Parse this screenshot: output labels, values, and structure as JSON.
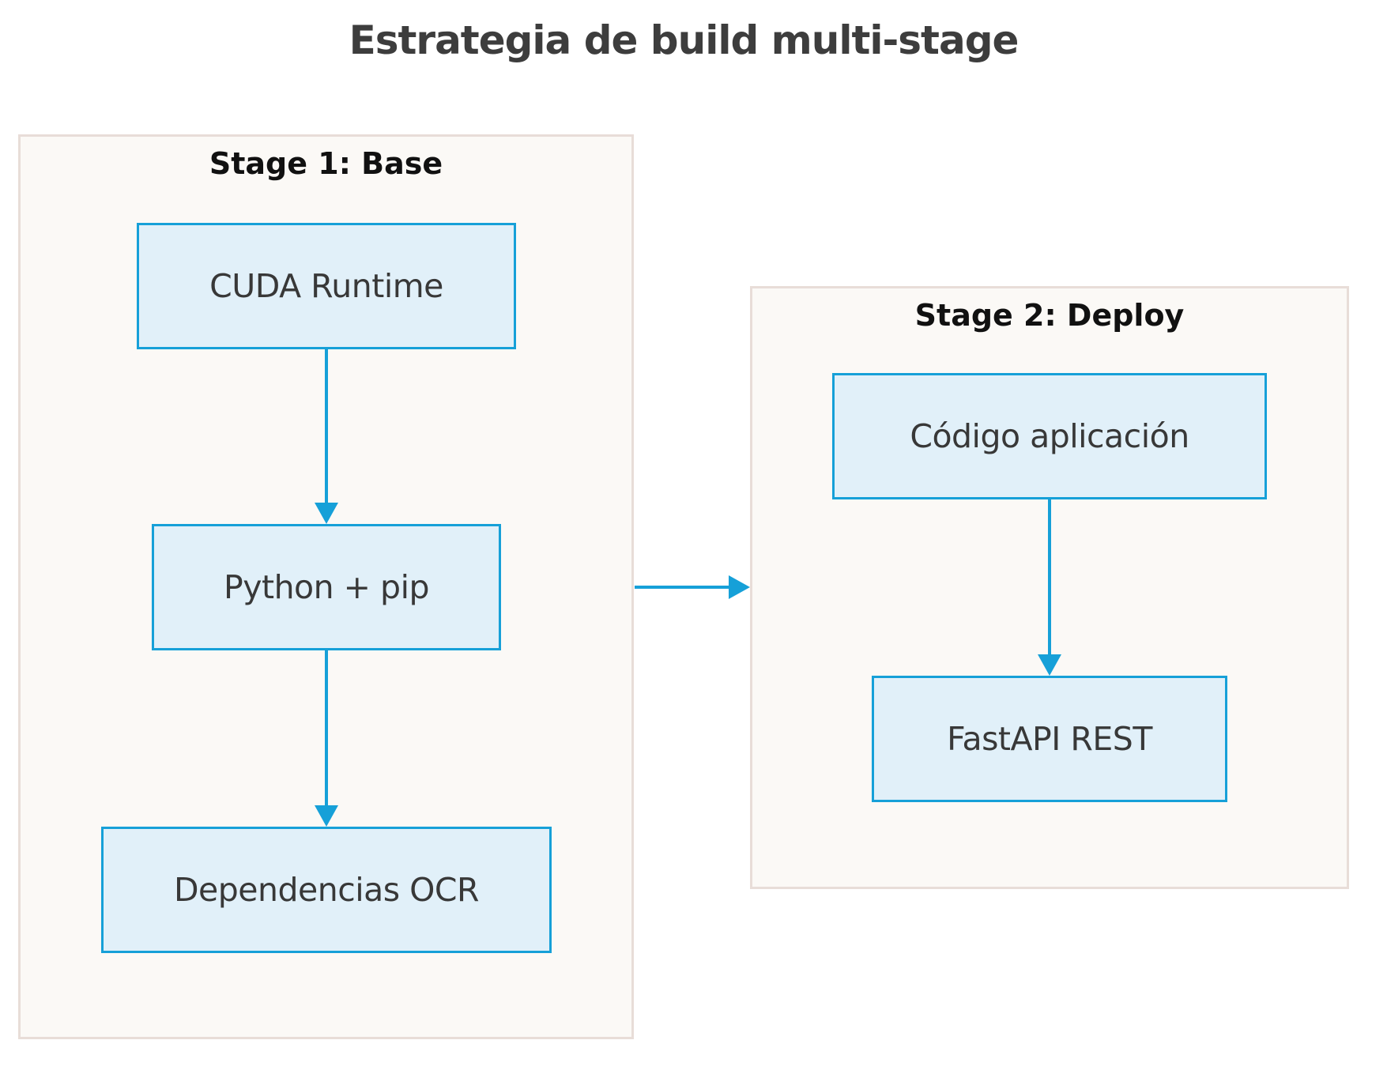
{
  "title": "Estrategia de build multi-stage",
  "colors": {
    "bg": "#ffffff",
    "title_color": "#3d3d3d",
    "cluster_fill": "#fbf9f6",
    "cluster_stroke": "#e8ddd8",
    "cluster_label_color": "#111111",
    "node_fill": "#e1f0f9",
    "node_stroke": "#16a0d8",
    "node_text_color": "#383838",
    "edge_color": "#16a0d8"
  },
  "diagram": {
    "type": "flowchart",
    "direction": "top-down",
    "stages": [
      {
        "label": "Stage 1: Base",
        "nodes": [
          {
            "label": "CUDA Runtime"
          },
          {
            "label": "Python + pip"
          },
          {
            "label": "Dependencias OCR"
          }
        ]
      },
      {
        "label": "Stage 2: Deploy",
        "nodes": [
          {
            "label": "Código aplicación"
          },
          {
            "label": "FastAPI REST"
          }
        ]
      }
    ],
    "edges": [
      {
        "from": "CUDA Runtime",
        "to": "Python + pip",
        "style": "arrow"
      },
      {
        "from": "Python + pip",
        "to": "Dependencias OCR",
        "style": "arrow"
      },
      {
        "from": "Código aplicación",
        "to": "FastAPI REST",
        "style": "arrow"
      },
      {
        "from": "Stage 1: Base",
        "to": "Stage 2: Deploy",
        "style": "arrow"
      }
    ]
  }
}
